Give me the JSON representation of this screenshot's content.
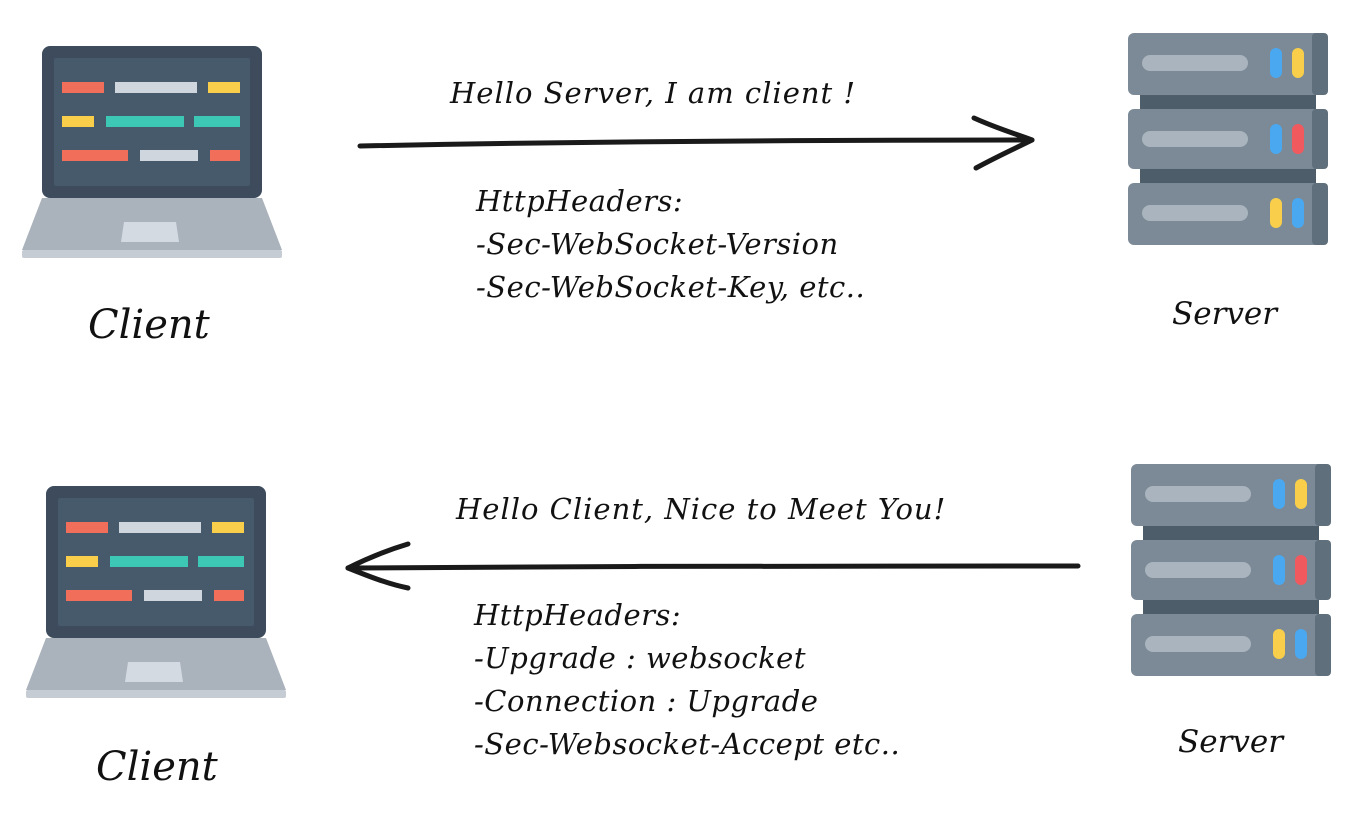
{
  "request": {
    "client_label": "Client",
    "server_label": "Server",
    "message": "Hello Server, I am client !",
    "headers_title": "HttpHeaders:",
    "headers": [
      "-Sec-WebSocket-Version",
      "-Sec-WebSocket-Key, etc.."
    ]
  },
  "response": {
    "client_label": "Client",
    "server_label": "Server",
    "message": "Hello Client, Nice to Meet You!",
    "headers_title": "HttpHeaders:",
    "headers": [
      "-Upgrade : websocket",
      "-Connection : Upgrade",
      "-Sec-Websocket-Accept etc.."
    ]
  },
  "icons": {
    "client": "laptop-icon",
    "server": "server-rack-icon"
  },
  "colors": {
    "laptop_frame": "#3d4b5c",
    "laptop_screen": "#465a6b",
    "laptop_base": "#aab2bb",
    "server_body": "#7b8a96",
    "server_slot": "#a9b4be",
    "accent_blue": "#4aa8f0",
    "accent_yellow": "#f8ce4b",
    "accent_red": "#f0595e",
    "code_red": "#f06e5a",
    "code_teal": "#3cc8b4",
    "code_gray": "#cfd6de",
    "arrow": "#1a1a1a"
  }
}
